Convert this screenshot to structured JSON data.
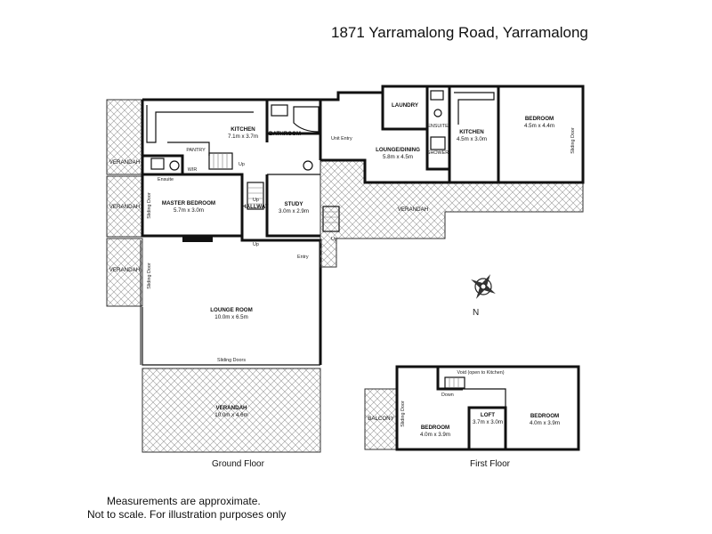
{
  "title": "1871 Yarramalong Road, Yarramalong",
  "captions": {
    "ground": "Ground Floor",
    "first": "First Floor"
  },
  "notes": [
    "Measurements are approximate.",
    "Not to scale.  For illustration purposes only"
  ],
  "rooms": {
    "verandah_nw": "VERANDAH",
    "verandah_w1": "VERANDAH",
    "verandah_w2": "VERANDAH",
    "kitchen": {
      "name": "KITCHEN",
      "dim": "7.1m x 3.7m"
    },
    "bathroom": "BATHROOM",
    "pantry": "PANTRY",
    "ensuite": "Ensuite",
    "wir": "WIR",
    "master": {
      "name": "MASTER BEDROOM",
      "dim": "5.7m x 3.0m"
    },
    "hallway": "HALLWAY",
    "study": {
      "name": "STUDY",
      "dim": "3.0m x 2.9m"
    },
    "lounge": {
      "name": "LOUNGE ROOM",
      "dim": "10.0m x 6.5m"
    },
    "verandah_s": {
      "name": "VERANDAH",
      "dim": "10.0m x 4.6m"
    },
    "unit_entry": "Unit Entry",
    "entry": "Entry",
    "laundry": "LAUNDRY",
    "lounge_dining": {
      "name": "LOUNGE/DINING",
      "dim": "5.8m x 4.5m"
    },
    "ensuite_unit": "ENSUITE",
    "shower": "SHOWER",
    "kitchen_unit": {
      "name": "KITCHEN",
      "dim": "4.5m x 3.0m"
    },
    "bedroom_unit": {
      "name": "BEDROOM",
      "dim": "4.5m x 4.4m"
    },
    "verandah_e": "VERANDAH",
    "void": "Void (open to Kitchen)",
    "balcony": "BALCONY",
    "bedroom_f1": {
      "name": "BEDROOM",
      "dim": "4.0m x 3.9m"
    },
    "loft": {
      "name": "LOFT",
      "dim": "3.7m x 3.0m"
    },
    "bedroom_f2": {
      "name": "BEDROOM",
      "dim": "4.0m x 3.9m"
    }
  },
  "labels": {
    "sliding_door": "Sliding Door",
    "sliding_doors": "Sliding Doors",
    "up": "Up",
    "down": "Down"
  },
  "compass": {
    "north": "N"
  }
}
